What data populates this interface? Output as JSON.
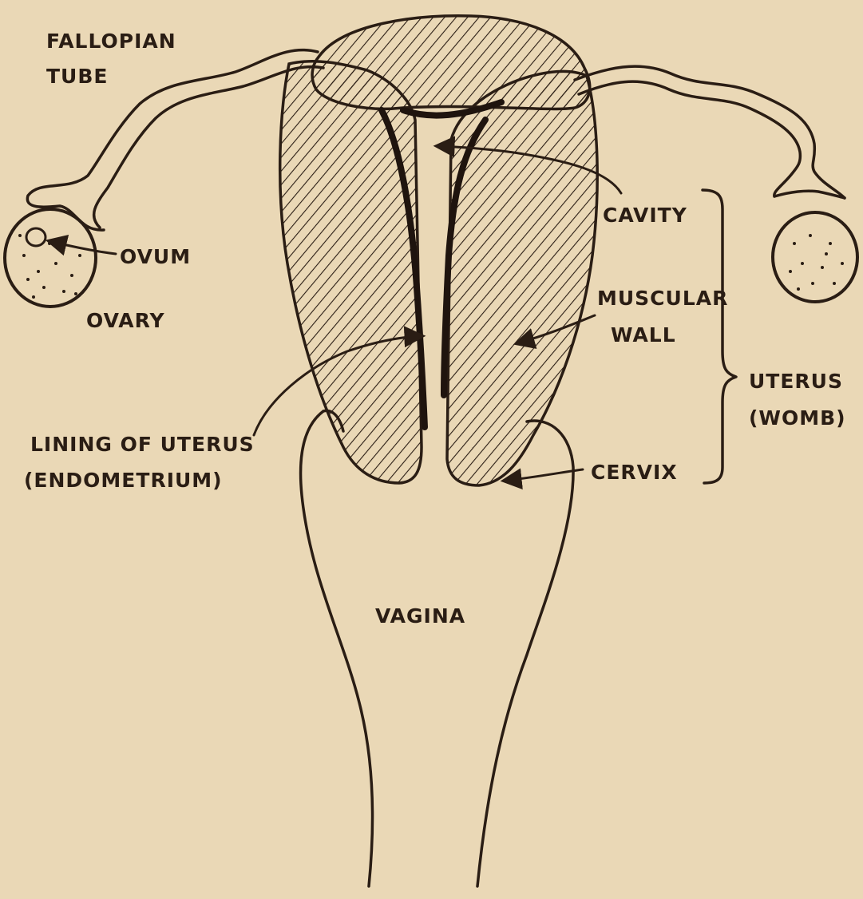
{
  "labels": {
    "fallopian_1": "FALLOPIAN",
    "fallopian_2": "TUBE",
    "ovum": "OVUM",
    "ovary": "OVARY",
    "cavity": "CAVITY",
    "muscular_1": "MUSCULAR",
    "muscular_2": "WALL",
    "uterus_1": "UTERUS",
    "uterus_2": "(WOMB)",
    "lining_1": "LINING OF UTERUS",
    "lining_2": "(ENDOMETRIUM)",
    "cervix": "CERVIX",
    "vagina": "VAGINA"
  },
  "colors": {
    "paper": "#ead8b6",
    "ink": "#2a1d14"
  }
}
